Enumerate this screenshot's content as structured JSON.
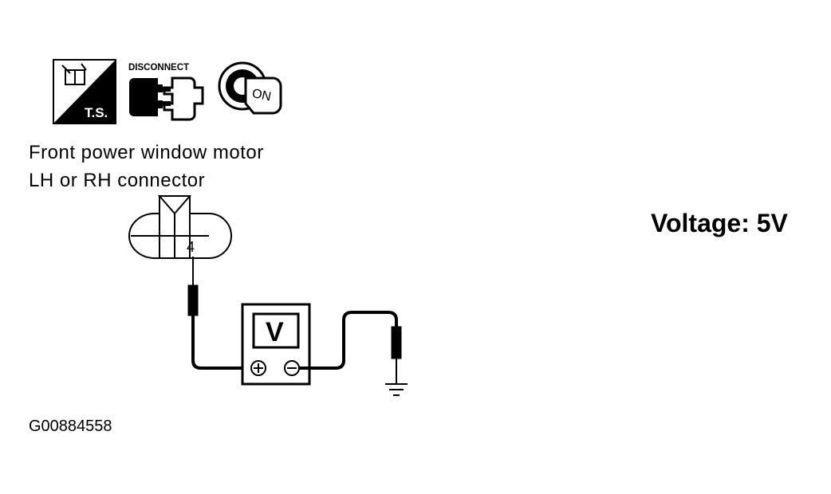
{
  "icons": {
    "trouble_shooting": {
      "name": "trouble-shooting-icon",
      "label": "T.S."
    },
    "disconnect": {
      "name": "disconnect-icon",
      "label": "DISCONNECT"
    },
    "ignition": {
      "name": "ignition-on-icon",
      "label": "ON"
    }
  },
  "caption": {
    "line1": "Front power window motor",
    "line2": "LH or RH connector"
  },
  "connector": {
    "terminal": "4"
  },
  "voltmeter": {
    "symbol": "V"
  },
  "result": {
    "voltage": "Voltage: 5V"
  },
  "figure_id": "G00884558"
}
